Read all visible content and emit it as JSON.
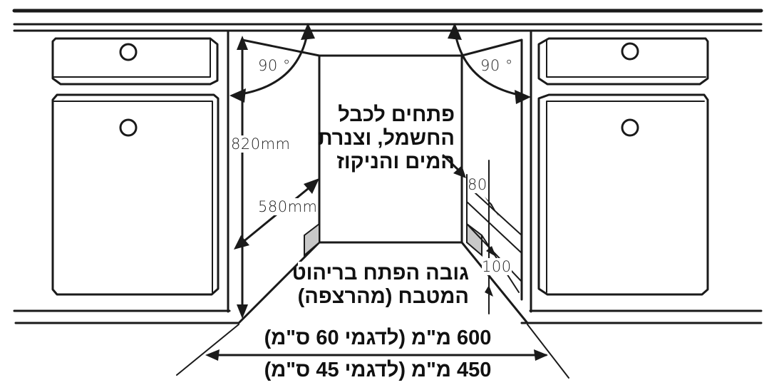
{
  "diagram": {
    "type": "dishwasher-installation-niche",
    "labels": {
      "angle_left": "90 °",
      "angle_right": "90 °",
      "height": "820mm",
      "depth": "580mm",
      "cutout_height": "80",
      "plinth_height": "100",
      "openings_note": [
        "פתחים לכבל",
        "החשמל, וצנרת",
        "המים והניקוז"
      ],
      "plinth_note": [
        "גובה הפתח בריהוט",
        "המטבח (מהרצפה)"
      ],
      "width_60": "600 מ\"מ (לדגמי 60 ס\"מ)",
      "width_45": "450 מ\"מ (לדגמי 45 ס\"מ)"
    },
    "elements": {
      "left_cabinet": {
        "drawers": 2,
        "knob": "circle"
      },
      "right_cabinet": {
        "drawers": 2,
        "knob": "circle"
      },
      "niche": {
        "side_panels_color": "#c8c8c8"
      }
    },
    "colors": {
      "line": "#1a1a1a",
      "background": "#ffffff",
      "side_panel": "#c8c8c8"
    }
  }
}
